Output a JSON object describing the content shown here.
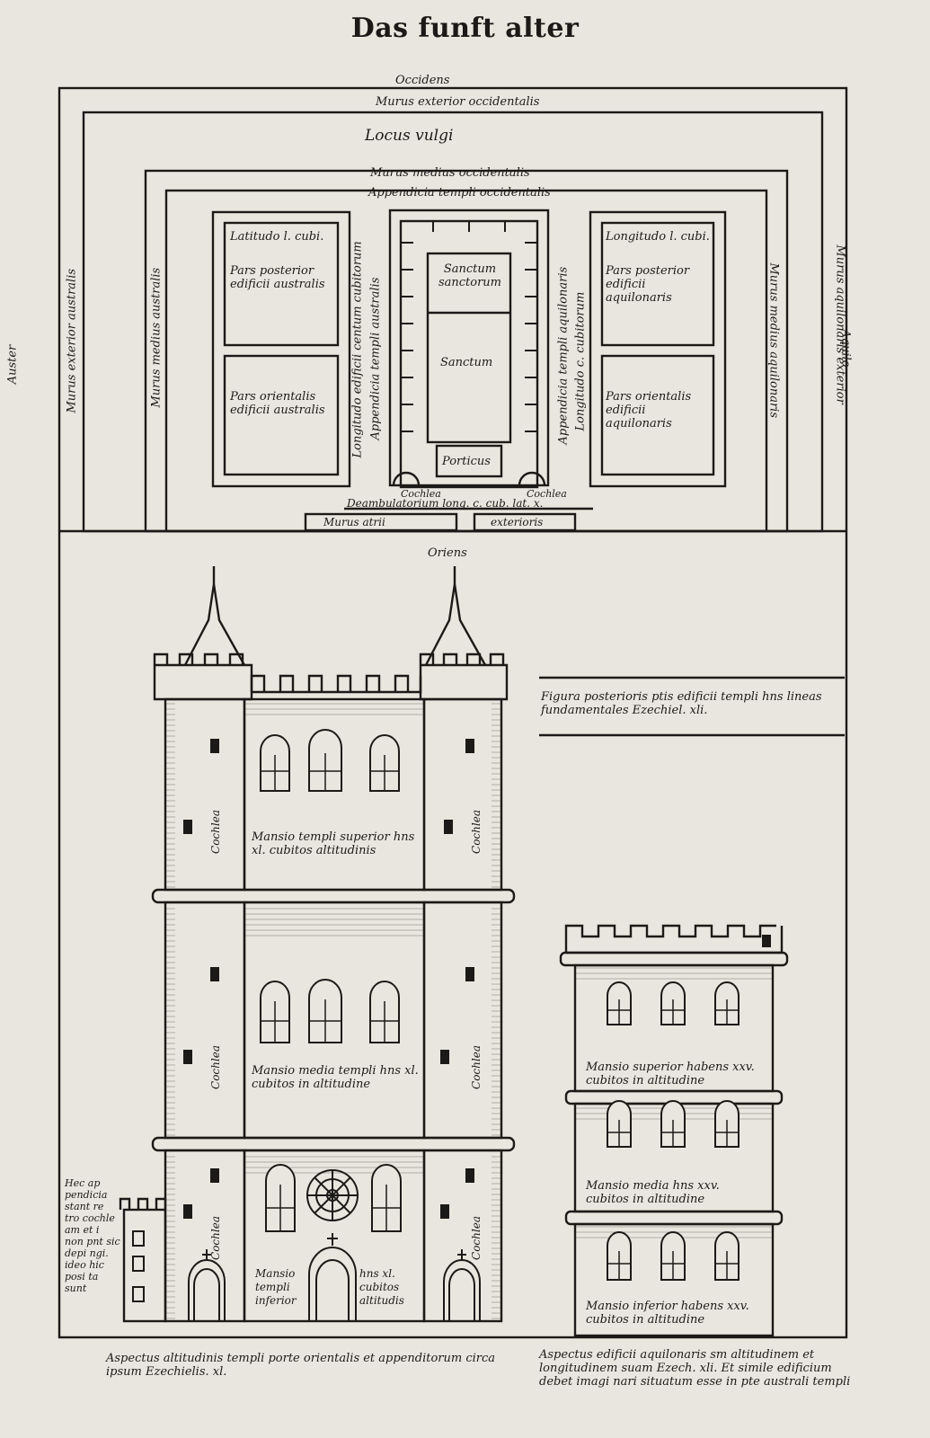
{
  "page": {
    "title": "Das funft alter"
  },
  "plan": {
    "occidens": "Occidens",
    "murus_exterior_occidentalis": "Murus exterior occidentalis",
    "locus_vulgi": "Locus vulgi",
    "murus_medius_occidentalis": "Murus medius occidentalis",
    "appendicia_templi_occidentalis": "Appendicia templi occidentalis",
    "auster": "Auster",
    "murus_exterior_australis": "Murus exterior australis",
    "murus_medius_australis": "Murus medius australis",
    "aquilo": "Aquilo",
    "murus_aquilonaris_exterior": "Murus aquilonaris exterior",
    "murus_medius_aquilonaris": "Murus medius aquilonaris",
    "latitudo_l_cubi": "Latitudo l. cubi.",
    "pars_posterior_edificii_australis": "Pars posterior edificii australis",
    "pars_orientalis_edificii_australis": "Pars orientalis edificii australis",
    "longitudo_l_cubi": "Longitudo l. cubi.",
    "pars_posterior_edificii_aquilonaris": "Pars posterior edificii aquilonaris",
    "pars_orientalis_edificii_aquilonaris": "Pars orientalis edificii aquilonaris",
    "longitudo_edificii_centum_cubitorum": "Longitudo edificii centum cubitorum",
    "appendicia_templi_australis": "Appendicia templi australis",
    "appendicia_templi_aquilonaris": "Appendicia templi aquilonaris",
    "longitudo_c_cubitorum": "Longitudo c. cubitorum",
    "sanctum_sanctorum": "Sanctum sanctorum",
    "sanctum": "Sanctum",
    "porticus": "Porticus",
    "cochlea_left": "Cochlea",
    "cochlea_right": "Cochlea",
    "deambulatorium": "Deambulatorium long. c. cub. lat. x.",
    "murus_atrii": "Murus atrii",
    "exterioris": "exterioris",
    "oriens": "Oriens"
  },
  "elevation": {
    "figura_caption": "Figura posterioris ptis edificii templi hns lineas fundamentales Ezechiel. xli.",
    "mansio_superior": "Mansio templi superior hns xl. cubitos altitudinis",
    "mansio_media": "Mansio media templi hns xl. cubitos in altitudine",
    "mansio_inferior_left": "Mansio templi inferior",
    "mansio_inferior_right": "hns xl. cubitos altitudis",
    "cochlea_labels": [
      "Cochlea",
      "Cochlea",
      "Cochlea",
      "Cochlea",
      "Cochlea",
      "Cochlea"
    ],
    "side_note": "Hec ap pendicia stant re tro cochle am et i non pnt sic depi ngi. ideo hic posi ta sunt",
    "caption_left": "Aspectus altitudinis templi porte orientalis et appenditorum circa ipsum Ezechielis. xl.",
    "tower_mansio_superior": "Mansio superior habens xxv. cubitos in altitudine",
    "tower_mansio_media": "Mansio media hns xxv. cubitos in altitudine",
    "tower_mansio_inferior": "Mansio inferior habens xxv. cubitos in altitudine",
    "caption_right": "Aspectus edificii aquilonaris sm altitudinem et longitudinem suam Ezech. xli. Et simile edificium debet imagi nari situatum esse in pte australi templi"
  }
}
